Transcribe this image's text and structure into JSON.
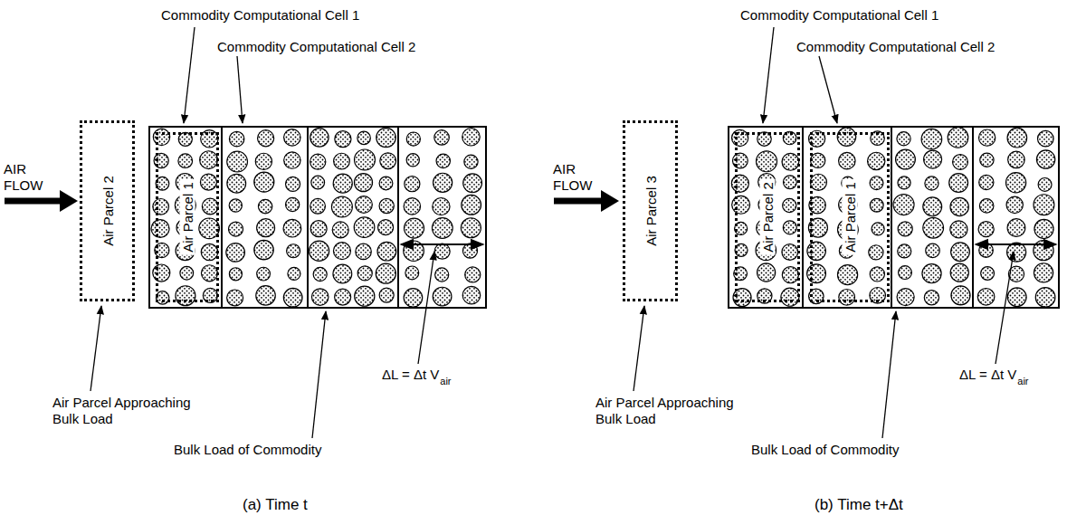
{
  "diagram": {
    "nodes": [
      {
        "text": [
          "Air Parcel 2"
        ]
      },
      {
        "text": [
          "Air Parcel 1"
        ]
      },
      {
        "text": [
          "Air Parcel 3"
        ]
      },
      {
        "text": [
          "Air Parcel 2"
        ]
      },
      {
        "text": [
          "Air Parcel 1"
        ]
      }
    ],
    "labels": [
      "Commodity Computational Cell 1",
      "Commodity Computational Cell 2",
      "AIR FLOW",
      "Air Parcel Approaching Bulk Load",
      "Bulk Load of Commodity",
      "ΔL = Δt V",
      "air",
      "(a) Time t",
      "Commodity Computational Cell 1",
      "Commodity Computational Cell 2",
      "AIR FLOW",
      "Air Parcel Approaching Bulk Load",
      "Bulk Load of Commodity",
      "ΔL = Δt V",
      "air",
      "(b) Time t+Δt"
    ]
  }
}
